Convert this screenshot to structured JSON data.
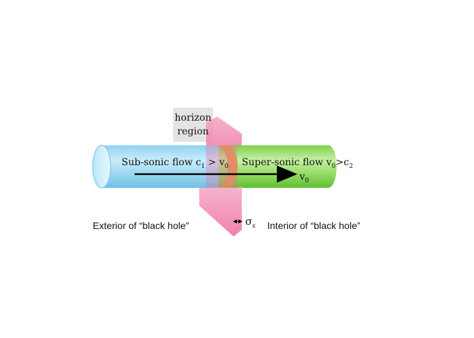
{
  "diagram": {
    "horizon_label_line1": "horizon",
    "horizon_label_line2": "region",
    "subsonic": {
      "text": "Sub-sonic flow c",
      "sub1": "1",
      "gt": " > v",
      "sub2": "0"
    },
    "supersonic": {
      "text": "Super-sonic flow v",
      "sub1": "0",
      "gt": ">c",
      "sub2": "2"
    },
    "arrow_label": {
      "text": "v",
      "sub": "0"
    },
    "exterior_label": "Exterior of “black hole”",
    "interior_label": "Interior of “black hole”",
    "sigma_label": {
      "text": "σ",
      "sub": "x"
    },
    "colors": {
      "subsonic_tube": "#9ed8f2",
      "supersonic_tube": "#8fdc5a",
      "horizon_plane": "#f27aa8",
      "horizon_box": "#e6e6e6"
    }
  }
}
